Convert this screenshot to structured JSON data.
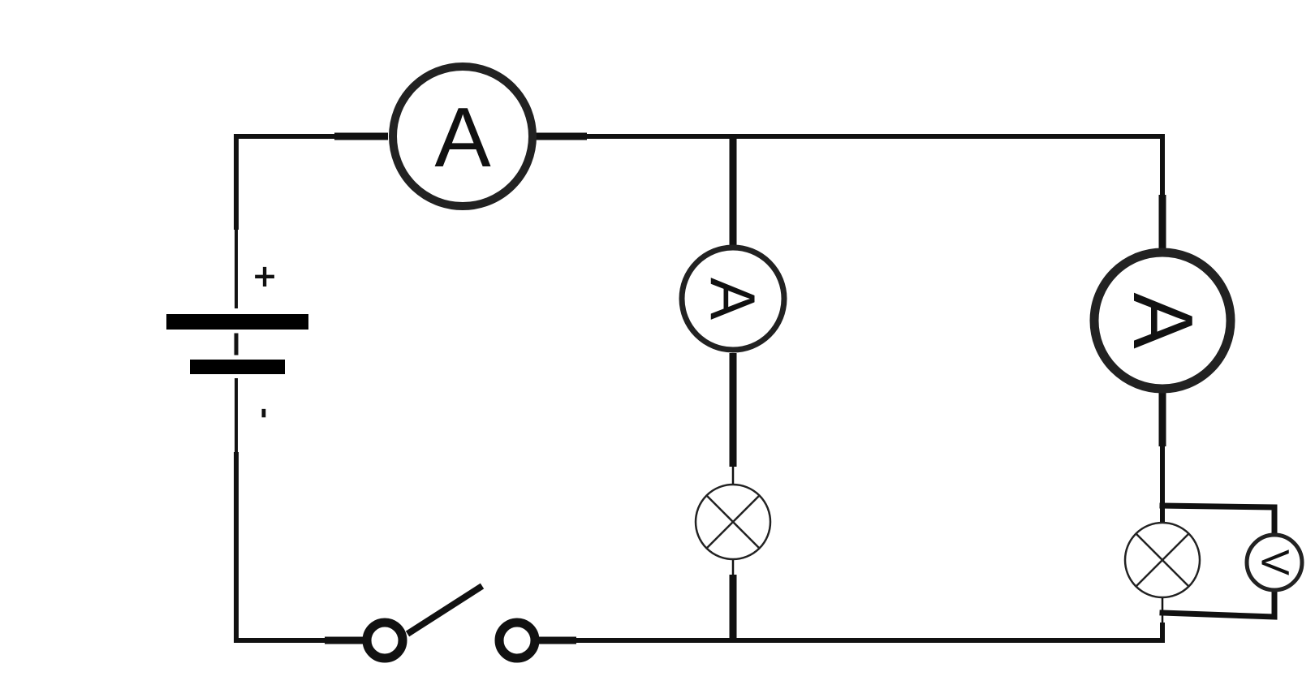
{
  "diagram": {
    "battery": {
      "plus_label": "+",
      "minus_label": "-"
    },
    "meters": {
      "main_ammeter": "A",
      "branch1_ammeter": "A",
      "branch2_ammeter": "A",
      "voltmeter": "V"
    }
  }
}
